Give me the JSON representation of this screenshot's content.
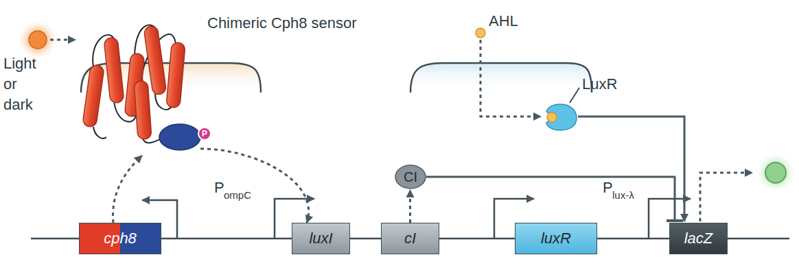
{
  "diagram": {
    "nodes": [
      {
        "text": [
          "Light or dark"
        ]
      },
      {
        "text": [
          "Chimeric Cph8 sensor"
        ]
      },
      {
        "text": [
          "AHL"
        ]
      },
      {
        "text": [
          "LuxR"
        ]
      },
      {
        "text": [
          "CI"
        ]
      },
      {
        "text": [
          "cph8"
        ]
      },
      {
        "text": [
          "luxI"
        ]
      },
      {
        "text": [
          "cI"
        ]
      },
      {
        "text": [
          "luxR"
        ]
      },
      {
        "text": [
          "lacZ"
        ]
      }
    ],
    "edges": [
      {
        "from": 0,
        "to": 1,
        "arrow": "to"
      },
      {
        "from": 5,
        "to": 1,
        "arrow": "to"
      },
      {
        "from": 1,
        "to": 6,
        "arrow": "to"
      },
      {
        "from": 2,
        "to": 3,
        "arrow": "to"
      },
      {
        "from": 7,
        "to": 4,
        "arrow": "to"
      },
      {
        "from": 4,
        "to": 9,
        "arrow": "to"
      },
      {
        "from": 3,
        "to": 9,
        "arrow": "to"
      }
    ],
    "labels": [
      "P",
      "P",
      "ompC",
      "P",
      "lux-λ"
    ]
  }
}
